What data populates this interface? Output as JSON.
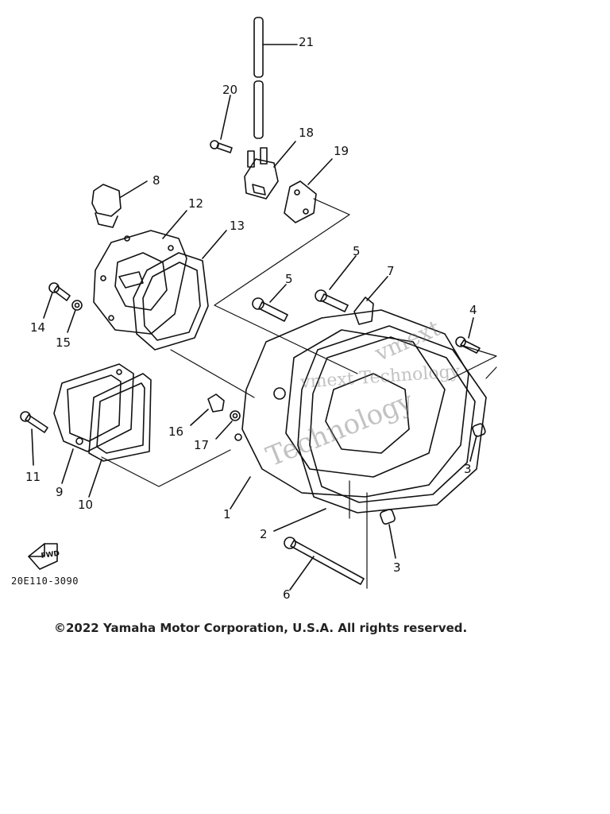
{
  "labels": {
    "p1": "1",
    "p2": "2",
    "p3a": "3",
    "p3b": "3",
    "p4": "4",
    "p5a": "5",
    "p5b": "5",
    "p6": "6",
    "p7": "7",
    "p8": "8",
    "p9": "9",
    "p10": "10",
    "p11": "11",
    "p12": "12",
    "p13": "13",
    "p14": "14",
    "p15": "15",
    "p16": "16",
    "p17": "17",
    "p18": "18",
    "p19": "19",
    "p20": "20",
    "p21": "21"
  },
  "part_code": "20E110-3090",
  "copyright": "©2022 Yamaha Motor Corporation, U.S.A. All rights reserved.",
  "watermark": {
    "line1": "vmext Technology",
    "line2": "vmext",
    "line3": "Technology"
  }
}
